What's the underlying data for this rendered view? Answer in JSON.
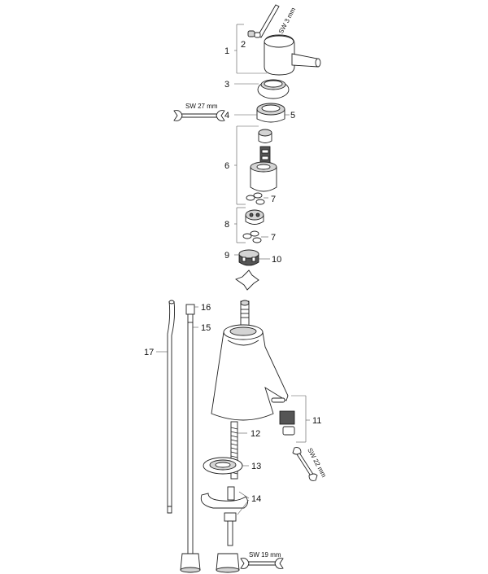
{
  "diagram": {
    "part_labels": {
      "p1": "1",
      "p2": "2",
      "p3": "3",
      "p4": "4",
      "p5": "5",
      "p6": "6",
      "p7a": "7",
      "p8": "8",
      "p7b": "7",
      "p9": "9",
      "p10": "10",
      "p11": "11",
      "p12": "12",
      "p13": "13",
      "p14": "14",
      "p15": "15",
      "p16": "16",
      "p17": "17"
    },
    "tool_labels": {
      "hex_key": "SW 3 mm",
      "wrench_27": "SW 27 mm",
      "wrench_22": "SW 22 mm",
      "wrench_19": "SW 19 mm"
    }
  }
}
